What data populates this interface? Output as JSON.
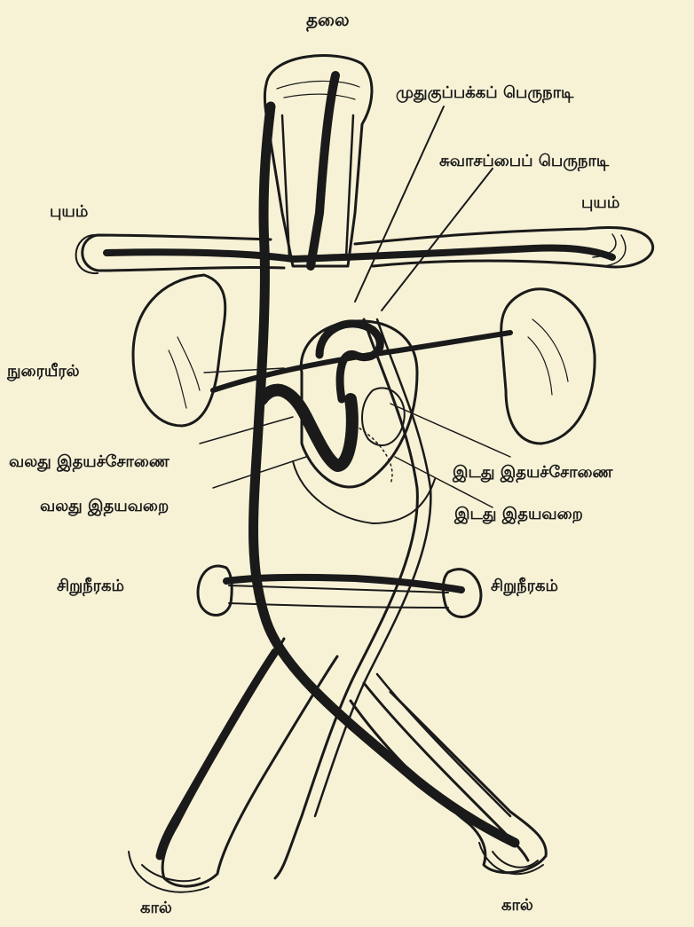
{
  "diagram": {
    "labels": {
      "head": "தலை",
      "dorsal_aorta": "முதுகுப்பக்கப் பெருநாடி",
      "pulmonary_aorta": "சுவாசப்பைப் பெருநாடி",
      "arm_left": "புயம்",
      "arm_right": "புயம்",
      "lung": "நுரையீரல்",
      "right_auricle": "வலது இதயச்சோணை",
      "right_ventricle": "வலது இதயவறை",
      "left_auricle": "இடது இதயச்சோணை",
      "left_ventricle": "இடது இதயவறை",
      "kidney_left": "சிறுநீரகம்",
      "kidney_right": "சிறுநீரகம்",
      "leg_left": "கால்",
      "leg_right": "கால்"
    },
    "colors": {
      "paper": "#f7f2d6",
      "ink": "#1a1a1a"
    }
  }
}
